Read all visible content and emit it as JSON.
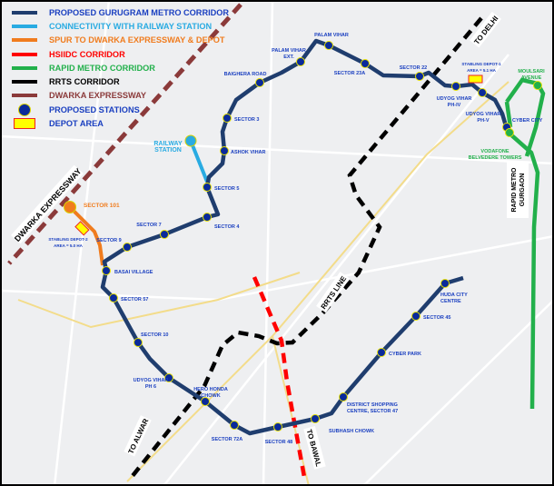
{
  "legend": [
    {
      "label": "PROPOSED GURUGRAM METRO CORRIDOR",
      "color": "#1f3d6e",
      "text_color": "#1a3fc0",
      "kind": "line"
    },
    {
      "label": "CONNECTIVITY WITH RAILWAY STATION",
      "color": "#29abe2",
      "text_color": "#29abe2",
      "kind": "line"
    },
    {
      "label": "SPUR TO DWARKA EXPRESSWAY & DEPOT",
      "color": "#f07c1e",
      "text_color": "#f07c1e",
      "kind": "line"
    },
    {
      "label": "HSIIDC CORRIDOR",
      "color": "#ff0000",
      "text_color": "#ff0000",
      "kind": "line"
    },
    {
      "label": "RAPID METRO CORRIDOR",
      "color": "#22b04b",
      "text_color": "#22b04b",
      "kind": "line"
    },
    {
      "label": "RRTS CORRIDOR",
      "color": "#000000",
      "text_color": "#000000",
      "kind": "line"
    },
    {
      "label": "DWARKA EXPRESSWAY",
      "color": "#8b3a3a",
      "text_color": "#8b3a3a",
      "kind": "line"
    },
    {
      "label": "PROPOSED STATIONS",
      "color": "#0a2a9a",
      "text_color": "#1a3fc0",
      "kind": "dot"
    },
    {
      "label": "DEPOT AREA",
      "color": "#ffff00",
      "text_color": "#1a3fc0",
      "kind": "depot"
    }
  ],
  "stations": [
    "CYBER CITY",
    "UDYOG VIHAR PH-V",
    "UDYOG VIHAR PH-IV",
    "SECTOR 22",
    "SECTOR 23A",
    "PALAM VIHAR",
    "PALAM VIHAR EXT.",
    "BAIGHERA ROAD",
    "SECTOR 3",
    "ASHOK VIHAR",
    "SECTOR 5",
    "SECTOR 4",
    "SECTOR 7",
    "SECTOR 9",
    "BASAI VILLAGE",
    "SECTOR 57",
    "SECTOR 10",
    "UDYOG VIHAR PH 6",
    "HERO HONDA CHOWK",
    "SECTOR 72A",
    "SECTOR 48",
    "SUBHASH CHOWK",
    "DISTRICT SHOPPING CENTRE, SECTOR 47",
    "CYBER PARK",
    "SECTOR 45",
    "HUDA CITY CENTRE"
  ],
  "rapid_metro_stations": [
    "MOULSARI AVENUE",
    "VODAFONE BELVEDERE TOWERS"
  ],
  "labels": {
    "railway_station": "RAILWAY STATION",
    "sector_101": "SECTOR 101",
    "depot_1": "STABLING DEPOT-1 AREA = 5.1 HA",
    "depot_2": "STABLING DEPOT-2 AREA = 5.0 HA",
    "to_delhi": "TO DELHI",
    "to_alwar": "TO ALWAR",
    "to_bawal": "TO BAWAL",
    "rrts_line": "RRTS LINE",
    "dwarka_expressway": "DWARKA EXPRESSWAY",
    "rapid_metro_gurgaon": "RAPID METRO GURGAON"
  }
}
